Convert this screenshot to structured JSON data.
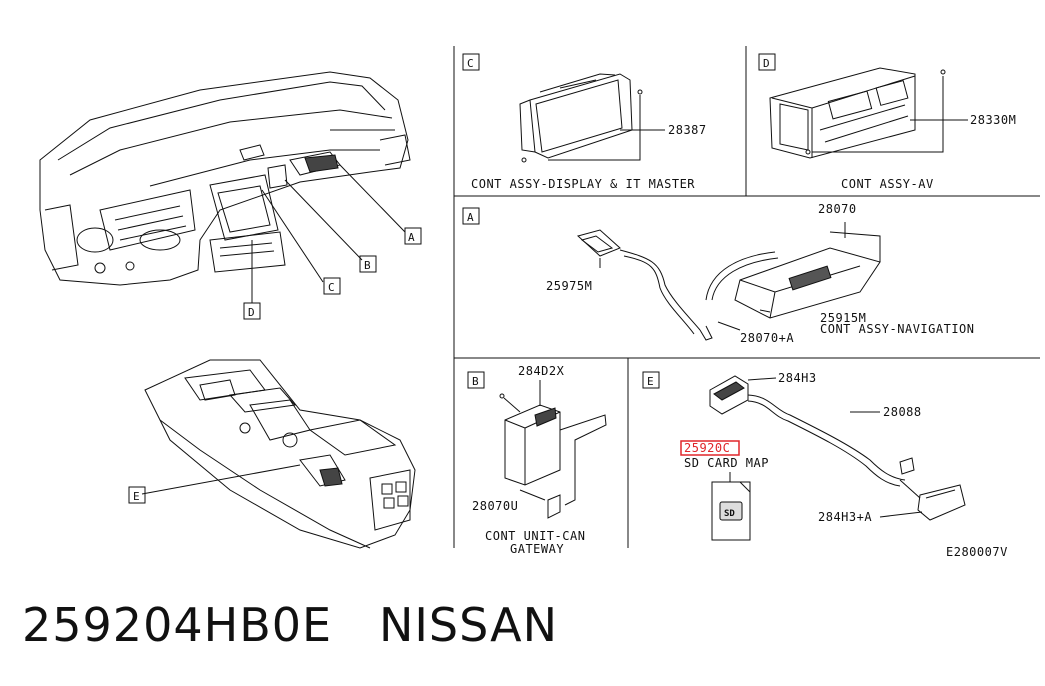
{
  "diagram": {
    "sections": {
      "C": {
        "letter": "C",
        "part_number": "28387",
        "title": "CONT ASSY-DISPLAY & IT MASTER"
      },
      "D": {
        "letter": "D",
        "part_number": "28330M",
        "title": "CONT ASSY-AV"
      },
      "A": {
        "letter": "A",
        "parts": [
          "28070",
          "25975M",
          "25915M",
          "28070+A"
        ],
        "title": "CONT ASSY-NAVIGATION"
      },
      "B": {
        "letter": "B",
        "parts": [
          "284D2X",
          "28070U"
        ],
        "title_line1": "CONT UNIT-CAN",
        "title_line2": "GATEWAY"
      },
      "E": {
        "letter": "E",
        "parts": [
          "284H3",
          "28088",
          "284H3+A"
        ],
        "highlight_part": "25920C",
        "highlight_desc": "SD CARD MAP",
        "sd_chip": "SD"
      }
    },
    "callouts": [
      "A",
      "B",
      "C",
      "D",
      "E"
    ],
    "diagram_code": "E280007V",
    "highlight_color": "#e0262a"
  },
  "caption": {
    "part_number": "259204HB0E",
    "brand": "NISSAN"
  }
}
